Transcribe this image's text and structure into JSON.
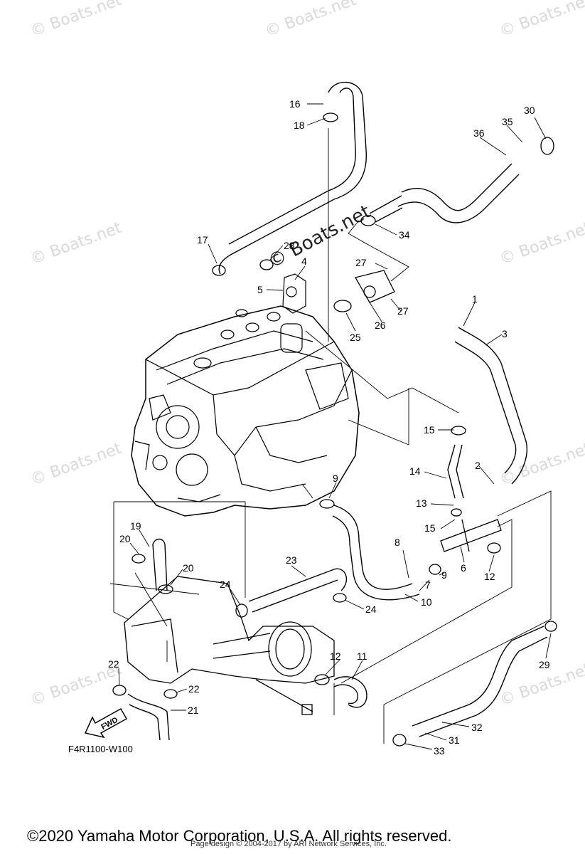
{
  "watermark": "© Boats.net",
  "diagram_code": "F4R1100-W100",
  "fwd_label": "FWD",
  "copyright": "©2020 Yamaha Motor Corporation, U.S.A. All rights reserved.",
  "credit": "Page design © 2004-2017 by ARI Network Services, Inc.",
  "callouts": {
    "c1": "1",
    "c2": "2",
    "c3": "3",
    "c4": "4",
    "c5": "5",
    "c6": "6",
    "c7": "7",
    "c8": "8",
    "c9a": "9",
    "c9b": "9",
    "c10": "10",
    "c11": "11",
    "c12a": "12",
    "c12b": "12",
    "c13": "13",
    "c14": "14",
    "c15a": "15",
    "c15b": "15",
    "c16": "16",
    "c17": "17",
    "c18": "18",
    "c19": "19",
    "c20a": "20",
    "c20b": "20",
    "c21": "21",
    "c22a": "22",
    "c22b": "22",
    "c23": "23",
    "c24a": "24",
    "c24b": "24",
    "c25": "25",
    "c26": "26",
    "c27a": "27",
    "c27b": "27",
    "c28": "28",
    "c29": "29",
    "c30": "30",
    "c31": "31",
    "c32": "32",
    "c33": "33",
    "c34": "34",
    "c35": "35",
    "c36": "36"
  }
}
